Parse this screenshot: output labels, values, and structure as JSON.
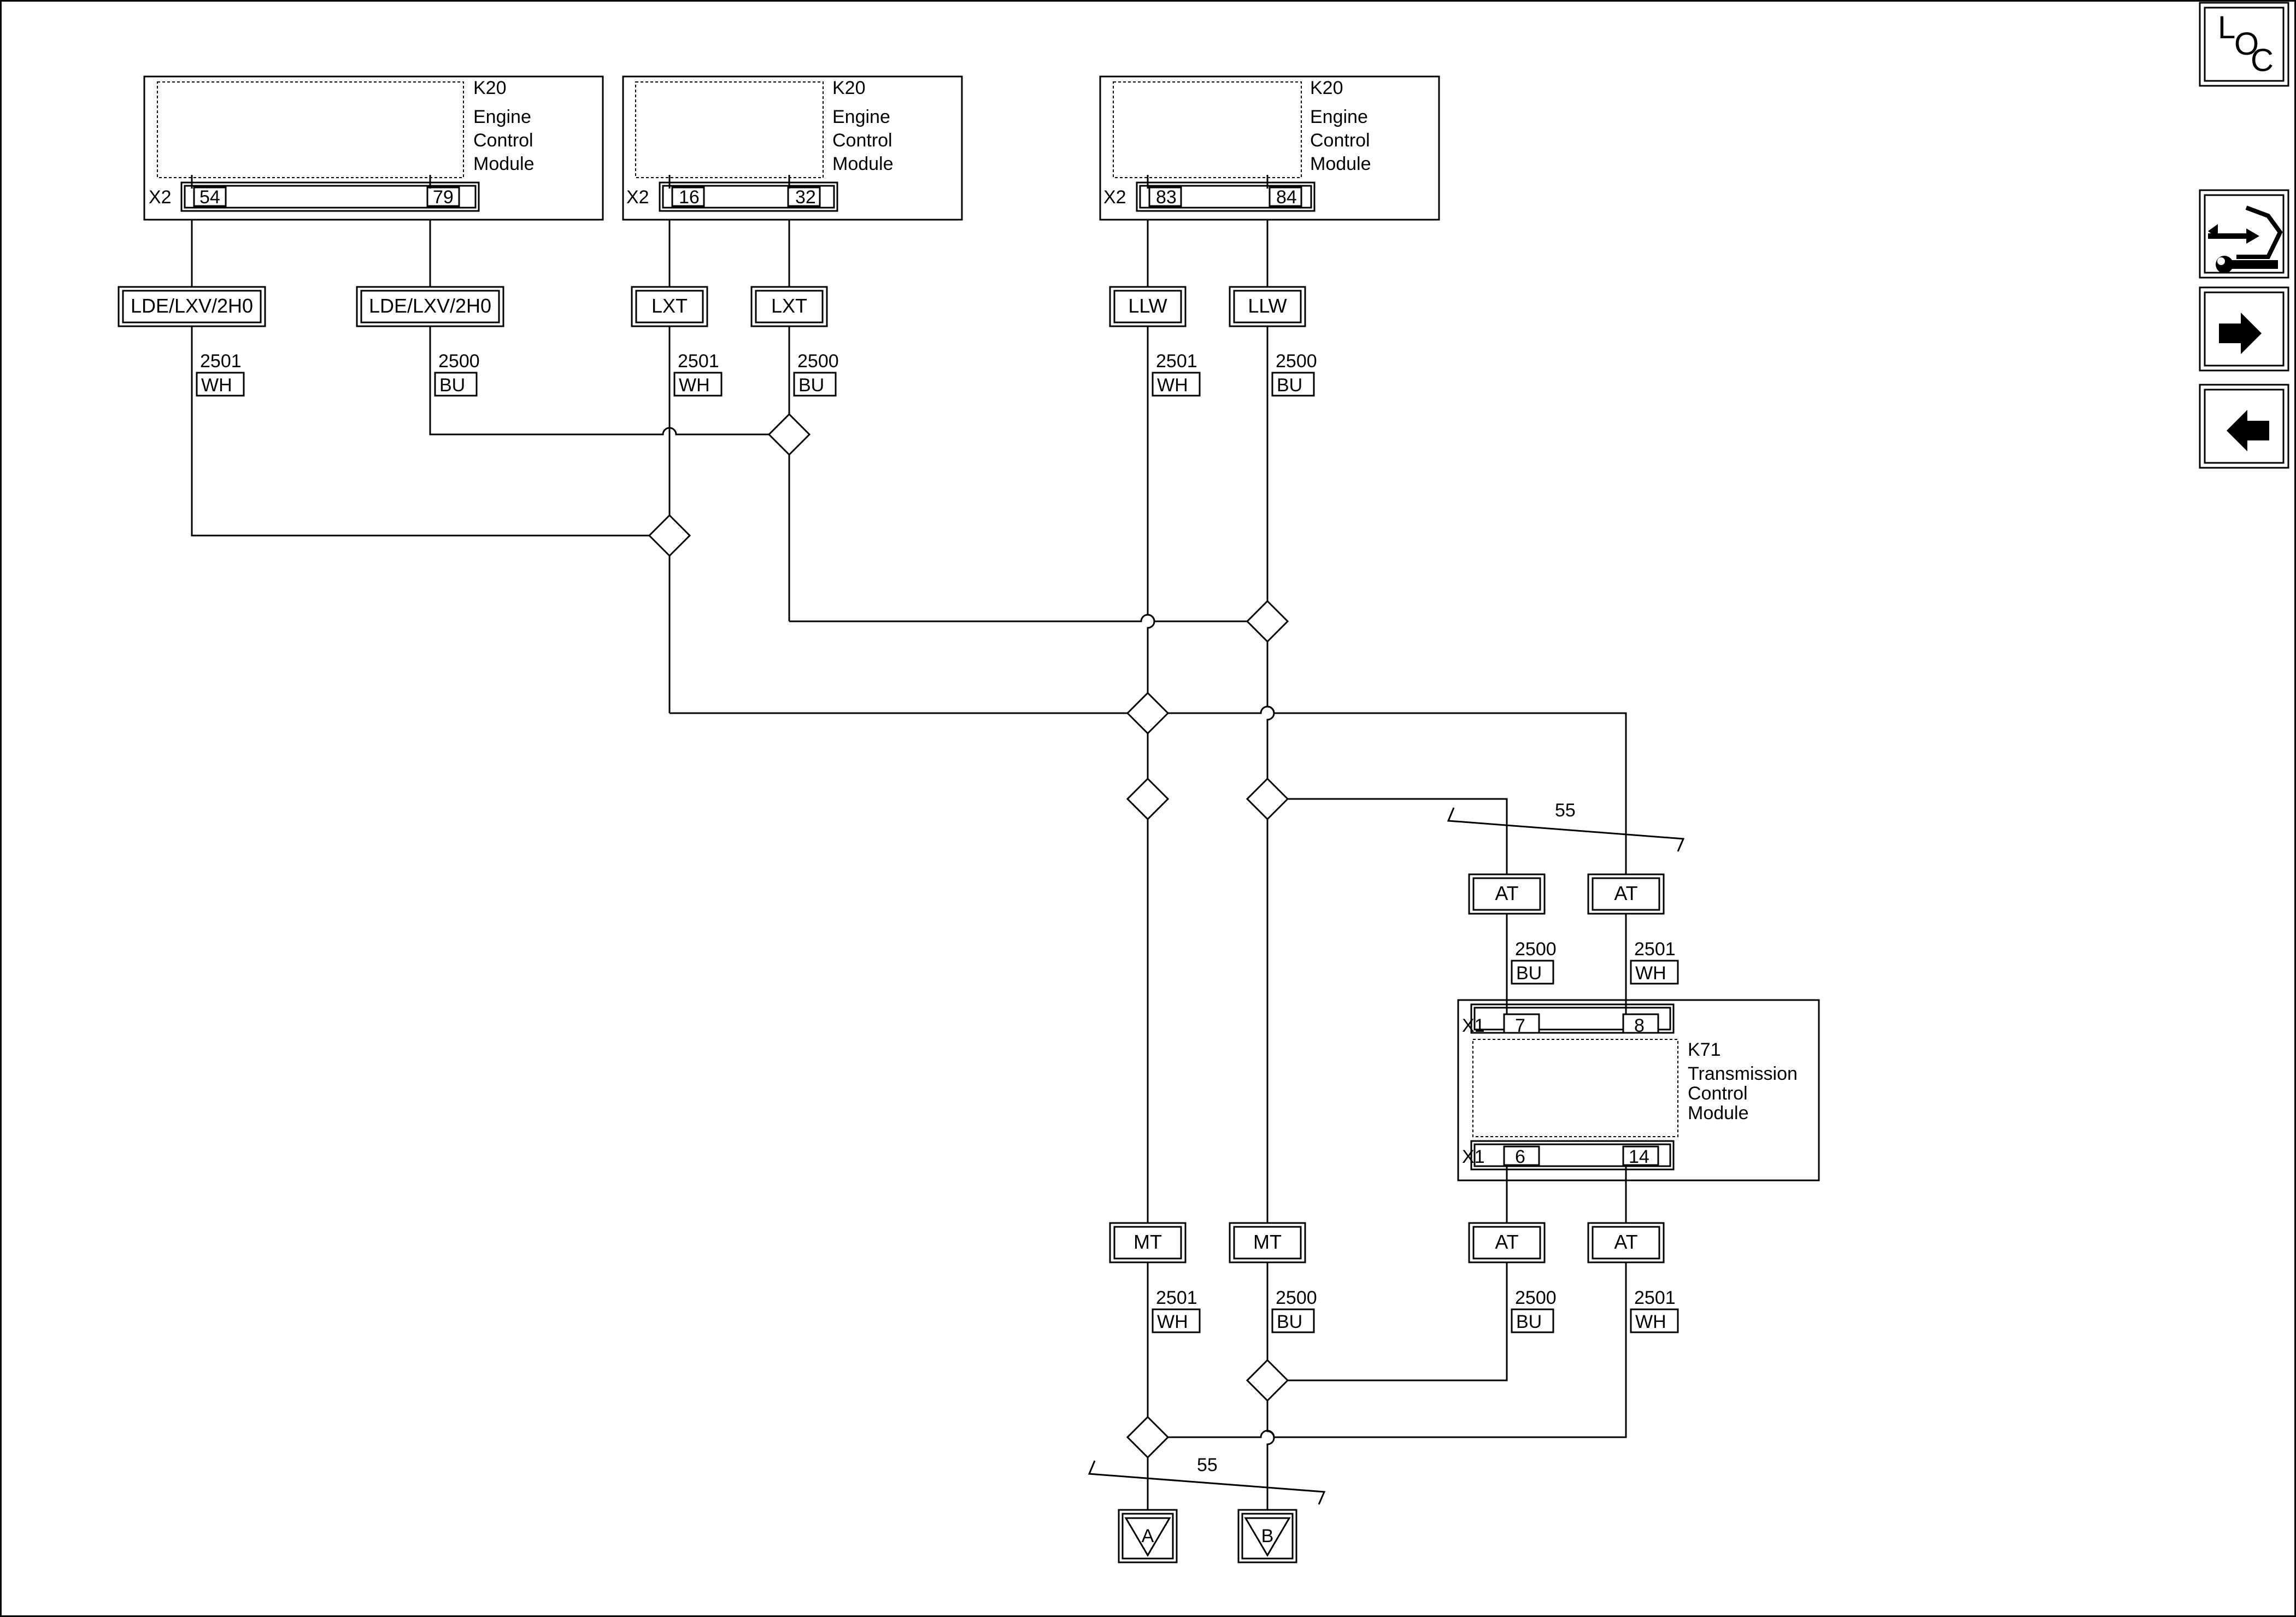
{
  "modules": {
    "ecm1": {
      "ref": "K20",
      "name_lines": [
        "Engine",
        "Control",
        "Module"
      ],
      "connector": "X2",
      "pins": [
        "54",
        "79"
      ]
    },
    "ecm2": {
      "ref": "K20",
      "name_lines": [
        "Engine",
        "Control",
        "Module"
      ],
      "connector": "X2",
      "pins": [
        "16",
        "32"
      ]
    },
    "ecm3": {
      "ref": "K20",
      "name_lines": [
        "Engine",
        "Control",
        "Module"
      ],
      "connector": "X2",
      "pins": [
        "83",
        "84"
      ]
    },
    "tcm": {
      "ref": "K71",
      "name_lines": [
        "Transmission",
        "Control",
        "Module"
      ],
      "connector_top": "X1",
      "pins_top": [
        "7",
        "8"
      ],
      "connector_bottom": "X1",
      "pins_bottom": [
        "6",
        "14"
      ]
    }
  },
  "option_labels": {
    "ecm1_a": "LDE/LXV/2H0",
    "ecm1_b": "LDE/LXV/2H0",
    "ecm2_a": "LXT",
    "ecm2_b": "LXT",
    "ecm3_a": "LLW",
    "ecm3_b": "LLW",
    "tcm_top_a": "AT",
    "tcm_top_b": "AT",
    "mt_a": "MT",
    "mt_b": "MT",
    "tcm_bot_a": "AT",
    "tcm_bot_b": "AT"
  },
  "wires": {
    "w1": {
      "circuit": "2501",
      "color": "WH"
    },
    "w2": {
      "circuit": "2500",
      "color": "BU"
    },
    "w3": {
      "circuit": "2501",
      "color": "WH"
    },
    "w4": {
      "circuit": "2500",
      "color": "BU"
    },
    "w5": {
      "circuit": "2501",
      "color": "WH"
    },
    "w6": {
      "circuit": "2500",
      "color": "BU"
    },
    "w7": {
      "circuit": "2500",
      "color": "BU"
    },
    "w8": {
      "circuit": "2501",
      "color": "WH"
    },
    "w9": {
      "circuit": "2501",
      "color": "WH"
    },
    "w10": {
      "circuit": "2500",
      "color": "BU"
    },
    "w11": {
      "circuit": "2500",
      "color": "BU"
    },
    "w12": {
      "circuit": "2501",
      "color": "WH"
    }
  },
  "breaks": {
    "top_right": "55",
    "bottom": "55"
  },
  "terminals": {
    "a": "A",
    "b": "B"
  },
  "nav": {
    "loc_l": "L",
    "loc_o": "O",
    "loc_c": "C"
  }
}
